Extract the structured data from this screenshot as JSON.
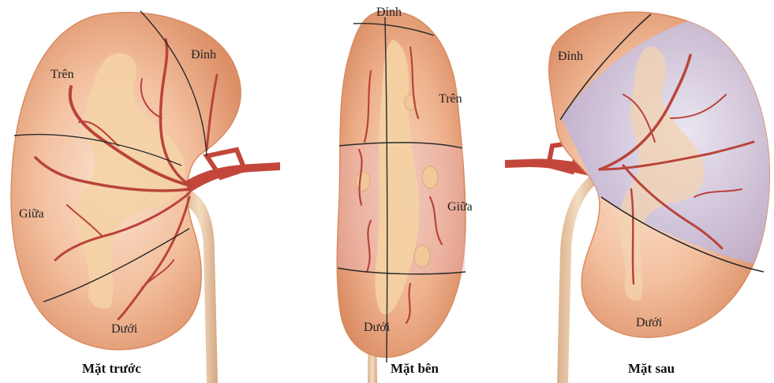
{
  "colors": {
    "kidney_outer": "#e9a67e",
    "kidney_inner": "#f6d2b4",
    "vessel": "#c2473a",
    "ureter": "#e8c7a4",
    "posterior_tint": "#c9c2de",
    "divider": "#2a2a2a"
  },
  "anterior": {
    "caption": "Mặt trước",
    "labels": {
      "apex": "Đỉnh",
      "upper": "Trên",
      "middle": "Giữa",
      "lower": "Dưới"
    }
  },
  "lateral": {
    "caption": "Mặt bên",
    "labels": {
      "apex": "Đỉnh",
      "upper": "Trên",
      "middle": "Giữa",
      "lower": "Dưới"
    }
  },
  "posterior": {
    "caption": "Mặt sau",
    "labels": {
      "apex": "Đỉnh",
      "lower": "Dưới"
    }
  }
}
